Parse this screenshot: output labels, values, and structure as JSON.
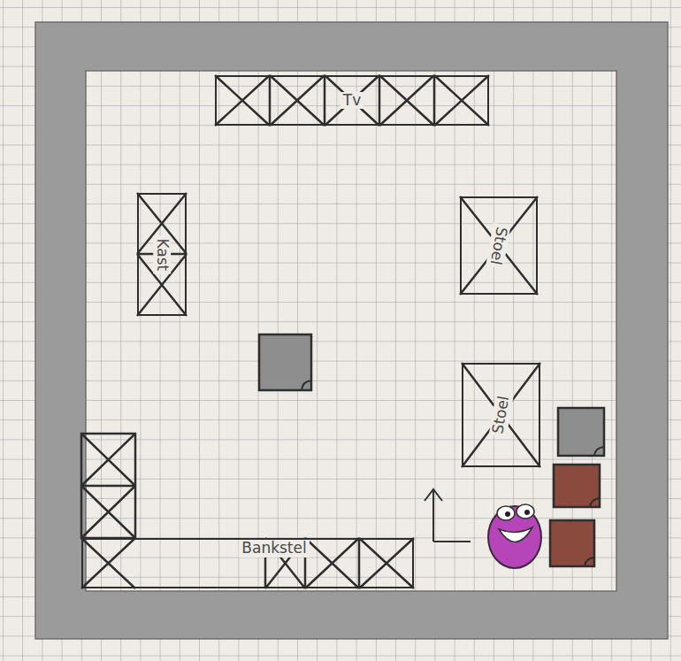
{
  "diagram": {
    "nodes": [
      {
        "text": [
          "Tv"
        ]
      },
      {
        "text": [
          "Kast"
        ]
      },
      {
        "text": [
          "Stoel"
        ]
      },
      {
        "text": [
          "Stoel"
        ]
      },
      {
        "text": [
          "Bankstel"
        ]
      }
    ]
  }
}
